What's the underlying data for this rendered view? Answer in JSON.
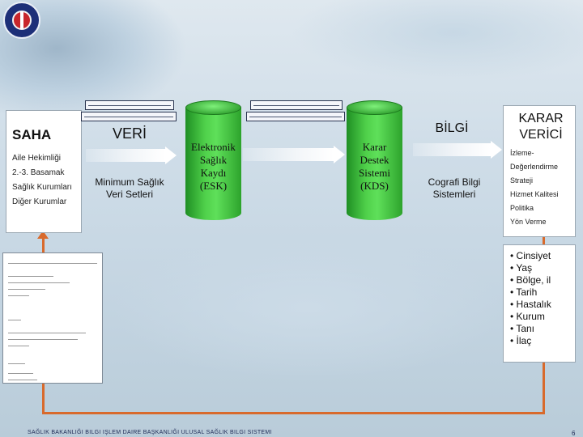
{
  "saha": {
    "title": "SAHA",
    "items": [
      "Aile Hekimliği",
      "2.-3. Basamak",
      "Sağlık Kurumları",
      "Diğer Kurumlar"
    ]
  },
  "veri": {
    "label": "VERİ",
    "sublabel_line1": "Minimum Sağlık",
    "sublabel_line2": "Veri Setleri"
  },
  "esk": {
    "line1": "Elektronik",
    "line2": "Sağlık",
    "line3": "Kaydı",
    "line4": "(ESK)"
  },
  "kds": {
    "line1": "Karar",
    "line2": "Destek",
    "line3": "Sistemi",
    "line4": "(KDS)"
  },
  "bilgi": {
    "label": "BİLGİ",
    "sublabel_line1": "Cografi Bilgi",
    "sublabel_line2": "Sistemleri"
  },
  "karar": {
    "title_line1": "KARAR",
    "title_line2": "VERİCİ",
    "items": [
      "İzleme-",
      "Değerlendirme",
      "Strateji",
      "Hizmet Kalitesi",
      "Politika",
      "Yön Verme"
    ]
  },
  "attributes": [
    "• Cinsiyet",
    "• Yaş",
    "• Bölge, il",
    "• Tarih",
    "• Hastalık",
    "• Kurum",
    "• Tanı",
    "• İlaç"
  ],
  "footer": {
    "text": "SAĞLIK BAKANLIĞI BILGI IŞLEM DAIRE BAŞKANLIĞI ULUSAL SAĞLIK BILGI SISTEMI",
    "page": "6"
  },
  "colors": {
    "cylinder_green": "#4fd04a",
    "loop_orange": "#d86a2c"
  }
}
